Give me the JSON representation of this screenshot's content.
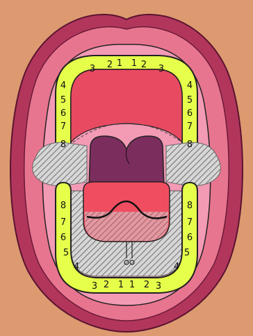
{
  "colors": {
    "background": "#dd9a70",
    "lip_outer": "#b2365c",
    "lip_inner": "#e8758f",
    "mouth_cavity": "#f39ab5",
    "gum_band": "#e6ff4a",
    "palate": "#e84a62",
    "tongue_upper": "#7b2e5e",
    "tongue_lower": "#f04d60",
    "hatched_region": "#cfcfcf"
  },
  "upper_arch": {
    "top_row": [
      "3",
      "2",
      "1",
      "1",
      "2",
      "3"
    ],
    "left_side": [
      "4",
      "5",
      "6",
      "7",
      "8"
    ],
    "right_side": [
      "4",
      "5",
      "6",
      "7",
      "8"
    ]
  },
  "lower_arch": {
    "left_side": [
      "8",
      "7",
      "6",
      "5",
      "4"
    ],
    "right_side": [
      "8",
      "7",
      "6",
      "5",
      "4"
    ],
    "bottom_row": [
      "3",
      "2",
      "1",
      "1",
      "2",
      "3"
    ]
  }
}
